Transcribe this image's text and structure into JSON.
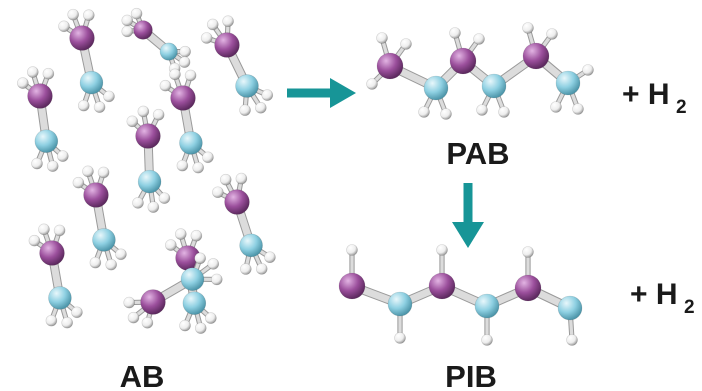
{
  "labels": {
    "ab": "AB",
    "pab": "PAB",
    "pib": "PIB",
    "plus_h2_top": "+ H",
    "plus_h2_bottom": "+ H",
    "subscript": "2"
  },
  "colors": {
    "boron": "#9b4f9c",
    "nitrogen": "#8ed0e2",
    "hydrogen": "#f2f2f2",
    "bond": "#c9c9c9",
    "arrow": "#179597"
  },
  "molecules": {
    "ab": "ammonia-borane-crystal",
    "pab": "polyaminoborane-chain",
    "pib": "polyiminoborane-chain"
  }
}
